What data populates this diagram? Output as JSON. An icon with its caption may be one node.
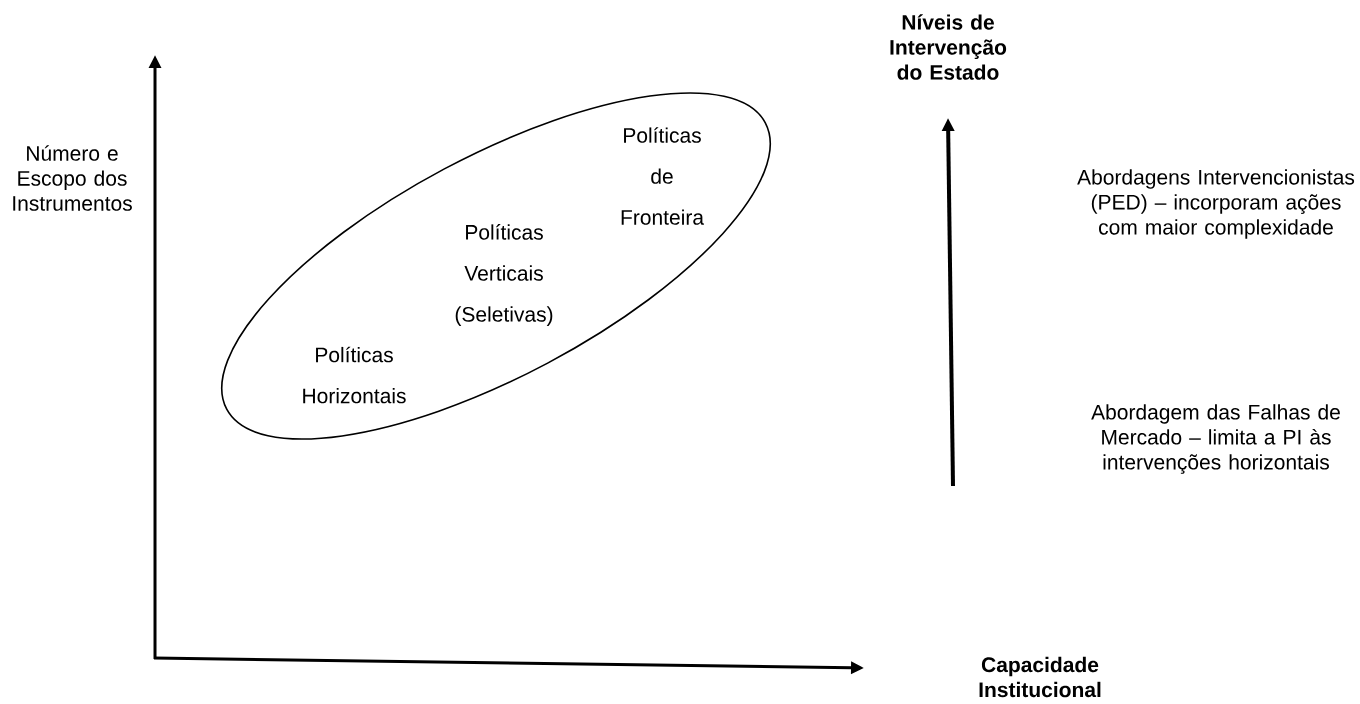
{
  "diagram": {
    "nodes": [
      {
        "text": [
          "Políticas de Fronteira",
          "Políticas Verticais (Seletivas)",
          "Políticas Horizontais"
        ]
      }
    ],
    "labels": [
      "Número e Escopo dos Instrumentos",
      "Níveis de Intervenção do Estado",
      "Abordagens Intervencionistas (PED) – incorporam ações com maior complexidade",
      "Abordagem das Falhas de Mercado – limita a PI às intervenções horizontais",
      "Capacidade Institucional"
    ]
  }
}
